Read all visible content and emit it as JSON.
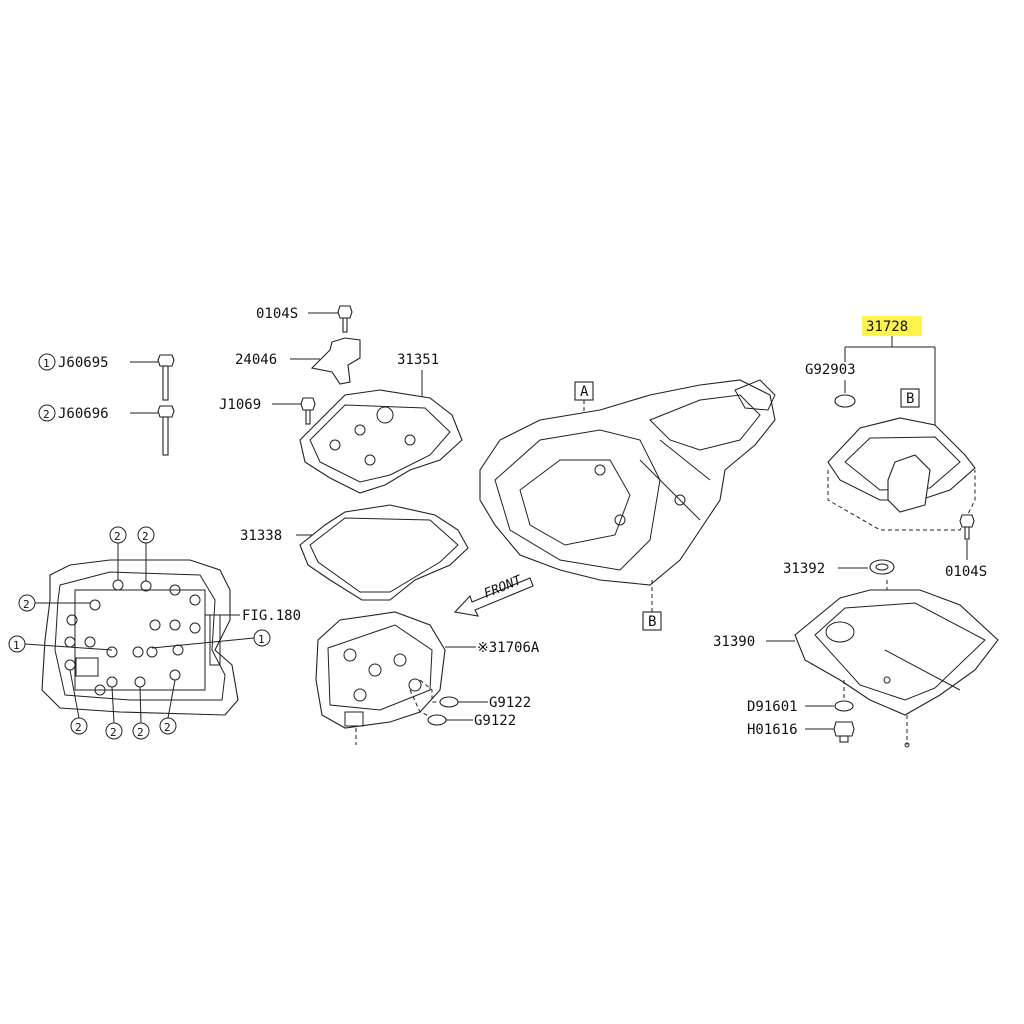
{
  "labels": {
    "bolt_0104s_top": "0104S",
    "bracket": "24046",
    "bolt_j1069": "J1069",
    "upper_body": "31351",
    "gasket": "31338",
    "control_valve": "※31706A",
    "g9122_a": "G9122",
    "g9122_b": "G9122",
    "j60695": "J60695",
    "j60696": "J60696",
    "callout_1": "1",
    "callout_2": "2",
    "fig_ref": "FIG.180",
    "ref_a": "A",
    "ref_b": "B",
    "front_arrow": "FRONT",
    "filter_assy": "31728",
    "oring": "G92903",
    "bolt_0104s_right": "0104S",
    "seal": "31392",
    "oil_pan": "31390",
    "washer": "D91601",
    "drain_plug": "H01616"
  },
  "colors": {
    "line": "#222222",
    "highlight": "#fff44f"
  }
}
